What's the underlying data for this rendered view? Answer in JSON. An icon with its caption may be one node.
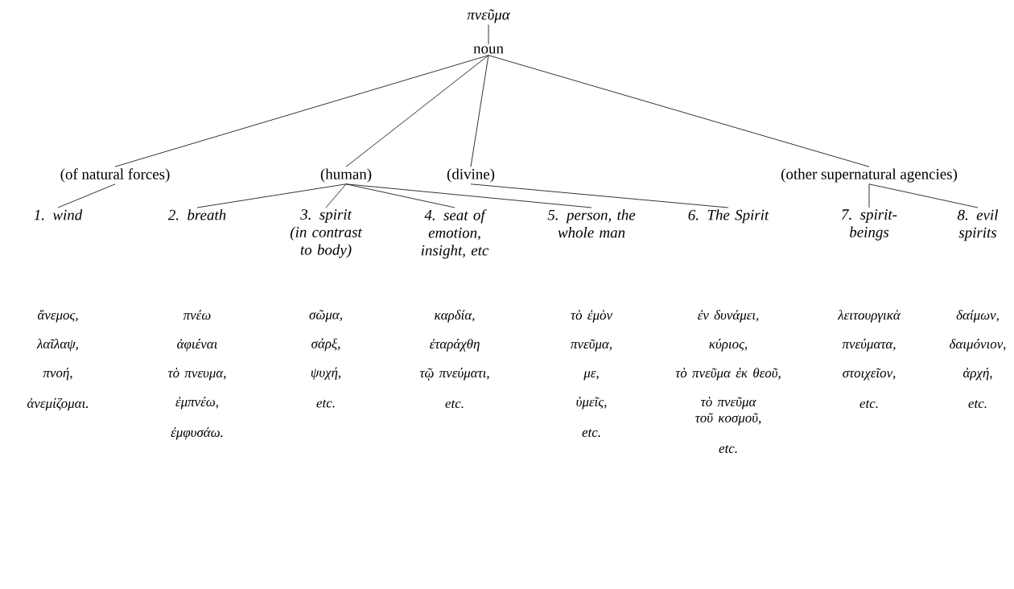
{
  "diagram": {
    "nodes": [
      {
        "text": [
          "πνεῦμα"
        ]
      },
      {
        "text": [
          "noun"
        ]
      },
      {
        "text": [
          "(of natural forces)"
        ]
      },
      {
        "text": [
          "(human)"
        ]
      },
      {
        "text": [
          "(divine)"
        ]
      },
      {
        "text": [
          "(other supernatural agencies)"
        ]
      },
      {
        "text": [
          "1. wind"
        ],
        "beside": [
          "ἄνεμος,",
          "λαῖλαψ,",
          "πνοή,",
          "ἀνεμίζομαι."
        ]
      },
      {
        "text": [
          "2. breath"
        ],
        "beside": [
          "πνέω",
          "ἀφιέναι",
          "τὸ πνευμα,",
          "ἐμπνέω,",
          "ἐμφυσάω."
        ]
      },
      {
        "text": [
          "3. spirit (in contrast to body)"
        ],
        "beside": [
          "σῶμα,",
          "σάρξ,",
          "ψυχή,",
          "etc."
        ]
      },
      {
        "text": [
          "4. seat of emotion, insight, etc"
        ],
        "beside": [
          "καρδία,",
          "ἐταράχθη",
          "τῷ πνεύματι,",
          "etc."
        ]
      },
      {
        "text": [
          "5. person, the whole man"
        ],
        "beside": [
          "τὸ ἐμὸν",
          "πνεῦμα,",
          "με,",
          "ὑμεῖς,",
          "etc."
        ]
      },
      {
        "text": [
          "6. The Spirit"
        ],
        "beside": [
          "ἐν δυνάμει,",
          "κύριος,",
          "τὸ πνεῦμα ἐκ θεοῦ,",
          "τὸ πνεῦμα τοῦ κοσμοῦ,",
          "etc."
        ]
      },
      {
        "text": [
          "7. spirit-beings"
        ],
        "beside": [
          "λειτουργικὰ",
          "πνεύματα,",
          "στοιχεῖον,",
          "etc."
        ]
      },
      {
        "text": [
          "8. evil spirits"
        ],
        "beside": [
          "δαίμων,",
          "δαιμόνιον,",
          "ἀρχή,",
          "etc."
        ]
      }
    ],
    "edges": [
      {
        "from": 0,
        "to": 1,
        "arrow": "none"
      },
      {
        "from": 1,
        "to": 2,
        "arrow": "none"
      },
      {
        "from": 1,
        "to": 3,
        "arrow": "none"
      },
      {
        "from": 1,
        "to": 4,
        "arrow": "none"
      },
      {
        "from": 1,
        "to": 5,
        "arrow": "none"
      },
      {
        "from": 2,
        "to": 6,
        "arrow": "none"
      },
      {
        "from": 3,
        "to": 7,
        "arrow": "none"
      },
      {
        "from": 3,
        "to": 8,
        "arrow": "none"
      },
      {
        "from": 3,
        "to": 9,
        "arrow": "none"
      },
      {
        "from": 3,
        "to": 10,
        "arrow": "none"
      },
      {
        "from": 4,
        "to": 11,
        "arrow": "none"
      },
      {
        "from": 5,
        "to": 12,
        "arrow": "none"
      },
      {
        "from": 5,
        "to": 13,
        "arrow": "none"
      }
    ]
  }
}
